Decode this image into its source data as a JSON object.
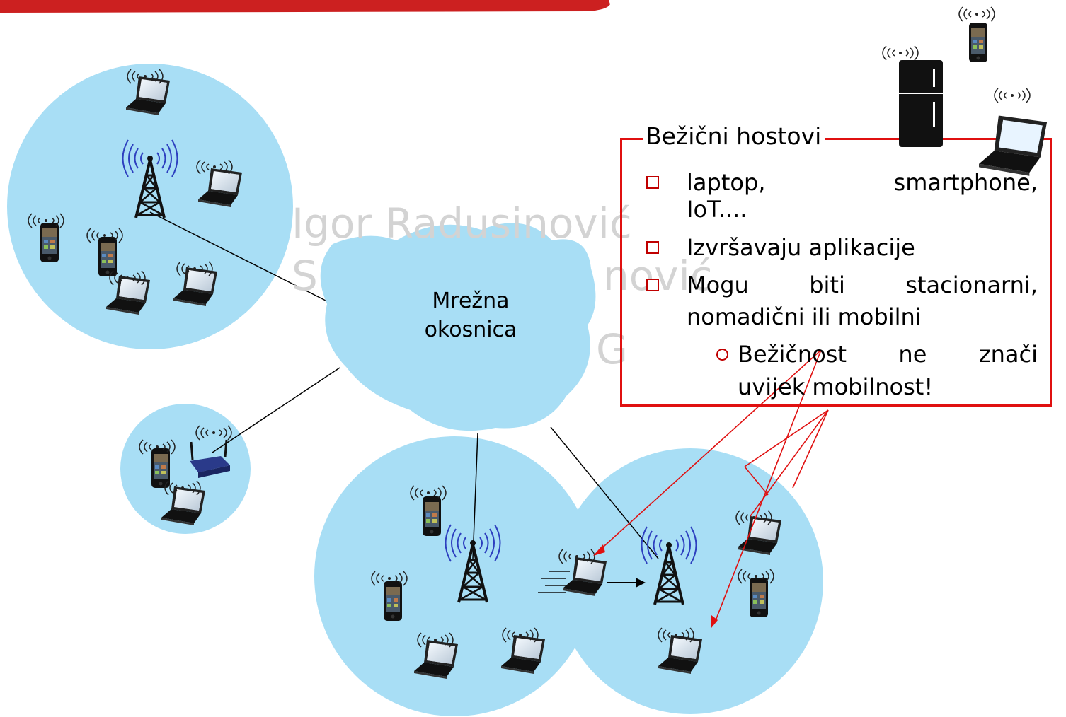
{
  "watermark": {
    "line1": "Igor Radusinović",
    "line2": "S",
    "line3": "nović",
    "line4": "G"
  },
  "cloud": {
    "line1": "Mrežna",
    "line2": "okosnica"
  },
  "box": {
    "title": "Bežični hostovi",
    "b1_words": [
      "laptop,",
      "smartphone,"
    ],
    "b1_line2": "IoT....",
    "b2": "Izvršavaju aplikacije",
    "b3_words": [
      "Mogu",
      "biti",
      "stacionarni,"
    ],
    "b3_line2": "nomadični ili mobilni",
    "sub_words": [
      "Bežičnost",
      "ne",
      "znači"
    ],
    "sub_line2": "uvijek mobilnost!"
  },
  "colors": {
    "cell": "#a8def5",
    "accent_red": "#e01010",
    "top_bar": "#cc2020"
  },
  "icons": [
    "laptop-icon",
    "smartphone-icon",
    "cell-tower-icon",
    "wifi-router-icon",
    "refrigerator-icon",
    "signal-waves-icon"
  ]
}
